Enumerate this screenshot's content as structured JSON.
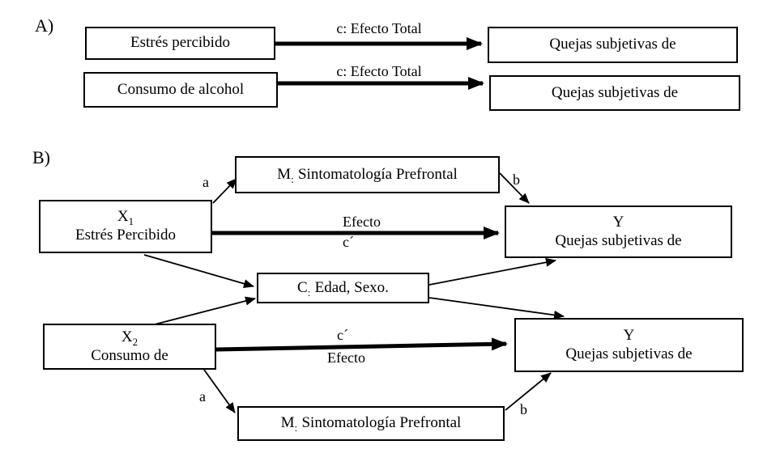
{
  "panel_a": {
    "label": "A)",
    "rows": [
      {
        "source": "Estrés percibido",
        "edge_label": "c: Efecto Total",
        "target": "Quejas subjetivas de"
      },
      {
        "source": "Consumo de alcohol",
        "edge_label": "c: Efecto Total",
        "target": "Quejas subjetivas de"
      }
    ]
  },
  "panel_b": {
    "label": "B)",
    "nodes": {
      "x1": {
        "symbol": "X",
        "sub": "1",
        "label": "Estrés Percibido"
      },
      "m1": {
        "symbol": "M",
        "sub": ":",
        "label": "Sintomatología Prefrontal"
      },
      "y1": {
        "symbol": "Y",
        "label": "Quejas subjetivas de"
      },
      "c": {
        "symbol": "C",
        "sub": ":",
        "label": "Edad, Sexo."
      },
      "x2": {
        "symbol": "X",
        "sub": "2",
        "label": "Consumo de"
      },
      "m2": {
        "symbol": "M",
        "sub": ":",
        "label": "Sintomatología Prefrontal"
      },
      "y2": {
        "symbol": "Y",
        "label": "Quejas subjetivas de"
      }
    },
    "edge_labels": {
      "a_top": "a",
      "b_top": "b",
      "efecto_top": "Efecto",
      "c_prime_top": "c´",
      "c_prime_bottom": "c´",
      "efecto_bottom": "Efecto",
      "a_bottom": "a",
      "b_bottom": "b"
    }
  },
  "colors": {
    "line": "#000000",
    "background": "#ffffff",
    "box_border": "#000000"
  }
}
